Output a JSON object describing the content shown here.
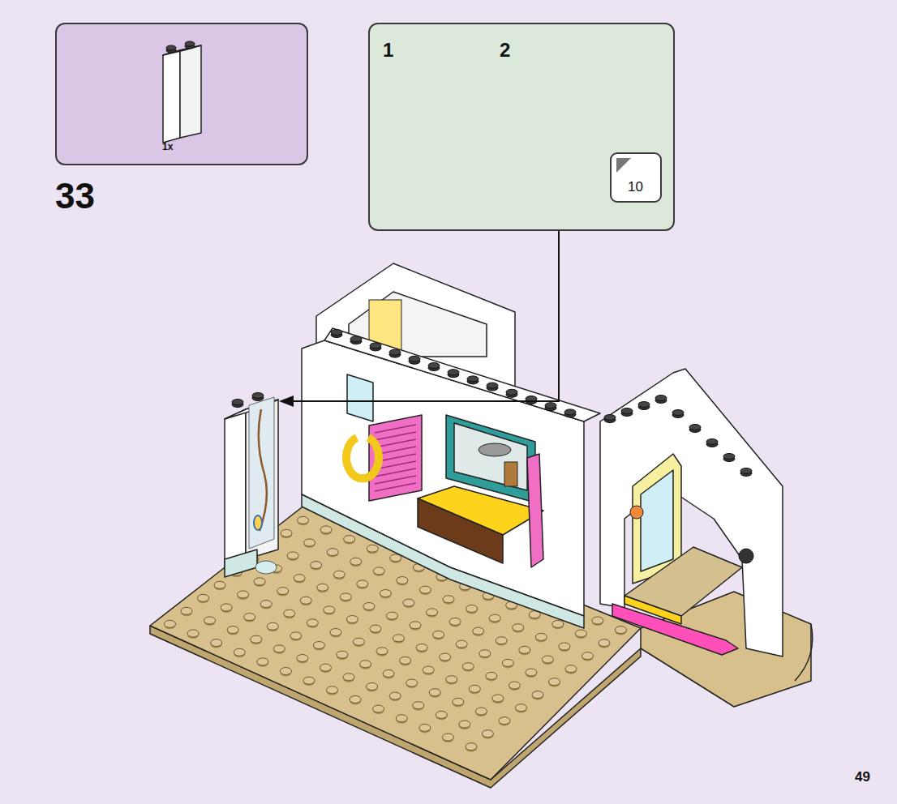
{
  "diagram": {
    "nodes": [
      {
        "text": [
          "1x"
        ]
      },
      {
        "text": [
          "1",
          "2"
        ]
      },
      {
        "text": [
          "10"
        ],
        "in": 1
      }
    ],
    "edges": [],
    "labels": [
      "33",
      "49"
    ]
  }
}
